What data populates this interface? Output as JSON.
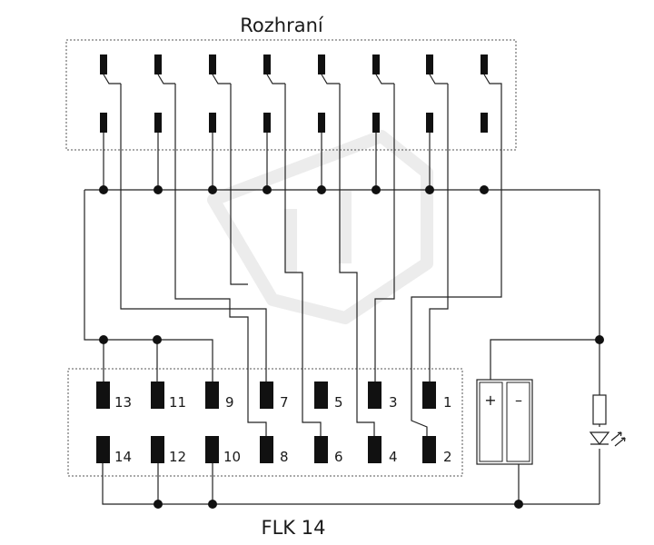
{
  "diagram": {
    "top_title": "Rozhraní",
    "bottom_title": "FLK 14",
    "pins_top_row": [
      "13",
      "11",
      "9",
      "7",
      "5",
      "3",
      "1"
    ],
    "pins_bottom_row": [
      "14",
      "12",
      "10",
      "8",
      "6",
      "4",
      "2"
    ],
    "supply": {
      "plus": "+",
      "minus": "–"
    }
  }
}
